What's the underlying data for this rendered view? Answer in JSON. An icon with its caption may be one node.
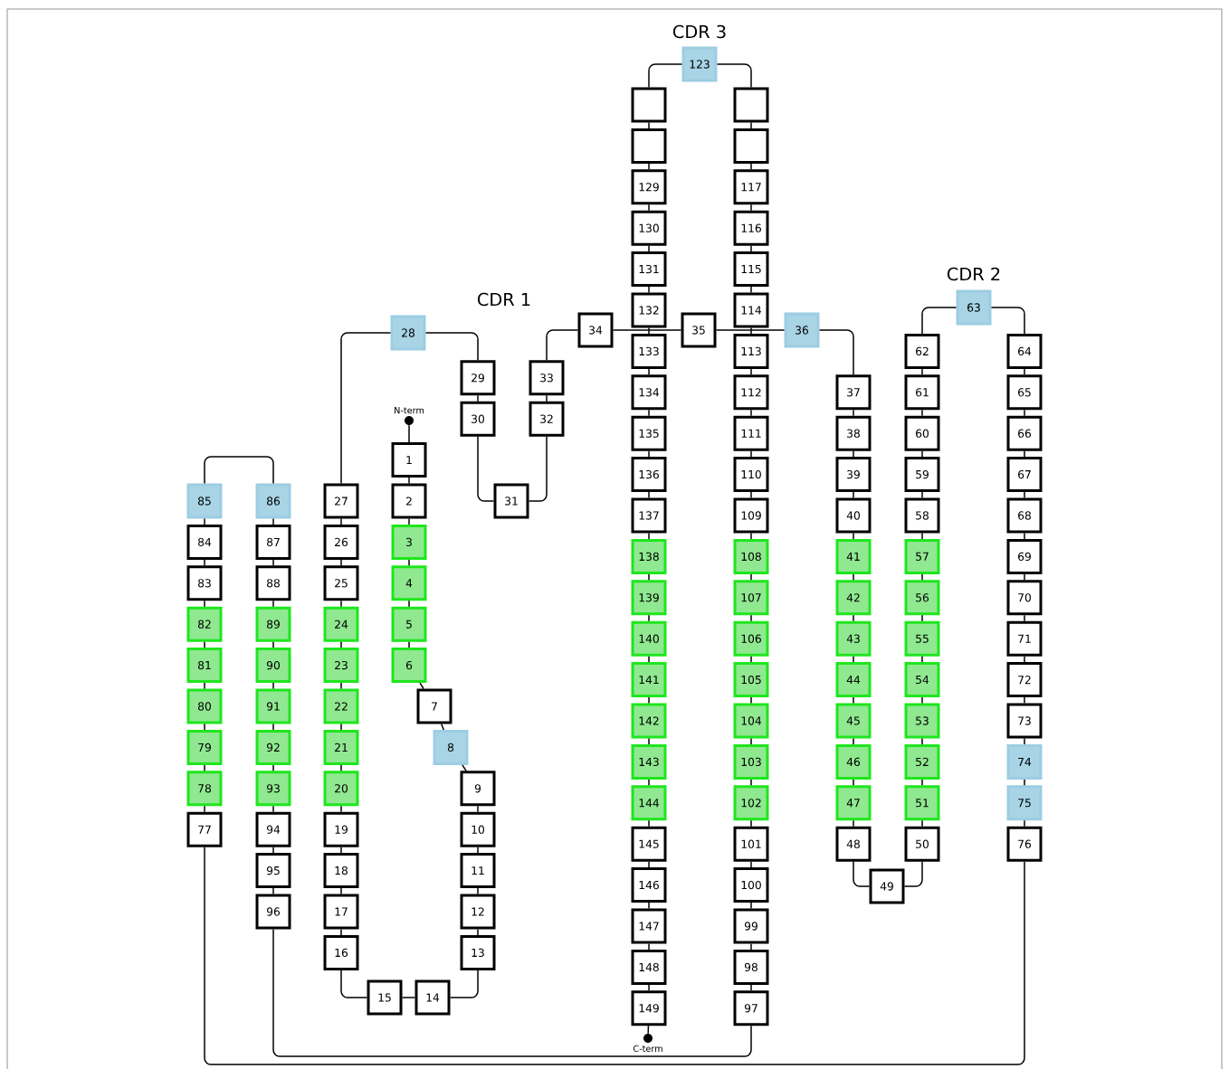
{
  "diagram": {
    "nodes": [
      {
        "text": [],
        "shape": "circle",
        "beside": [
          "N-term"
        ]
      },
      {
        "text": [
          "1"
        ]
      },
      {
        "text": [
          "2"
        ]
      },
      {
        "text": [
          "3"
        ]
      },
      {
        "text": [
          "4"
        ]
      },
      {
        "text": [
          "5"
        ]
      },
      {
        "text": [
          "6"
        ]
      },
      {
        "text": [
          "7"
        ]
      },
      {
        "text": [
          "8"
        ]
      },
      {
        "text": [
          "9"
        ]
      },
      {
        "text": [
          "10"
        ]
      },
      {
        "text": [
          "11"
        ]
      },
      {
        "text": [
          "12"
        ]
      },
      {
        "text": [
          "13"
        ]
      },
      {
        "text": [
          "14"
        ]
      },
      {
        "text": [
          "15"
        ]
      },
      {
        "text": [
          "16"
        ]
      },
      {
        "text": [
          "17"
        ]
      },
      {
        "text": [
          "18"
        ]
      },
      {
        "text": [
          "19"
        ]
      },
      {
        "text": [
          "20"
        ]
      },
      {
        "text": [
          "21"
        ]
      },
      {
        "text": [
          "22"
        ]
      },
      {
        "text": [
          "23"
        ]
      },
      {
        "text": [
          "24"
        ]
      },
      {
        "text": [
          "25"
        ]
      },
      {
        "text": [
          "26"
        ]
      },
      {
        "text": [
          "27"
        ]
      },
      {
        "text": [
          "28"
        ]
      },
      {
        "text": [
          "29"
        ]
      },
      {
        "text": [
          "30"
        ]
      },
      {
        "text": [
          "31"
        ]
      },
      {
        "text": [
          "32"
        ]
      },
      {
        "text": [
          "33"
        ]
      },
      {
        "text": [
          "34"
        ]
      },
      {
        "text": [
          "35"
        ]
      },
      {
        "text": [
          "36"
        ]
      },
      {
        "text": [
          "37"
        ]
      },
      {
        "text": [
          "38"
        ]
      },
      {
        "text": [
          "39"
        ]
      },
      {
        "text": [
          "40"
        ]
      },
      {
        "text": [
          "41"
        ]
      },
      {
        "text": [
          "42"
        ]
      },
      {
        "text": [
          "43"
        ]
      },
      {
        "text": [
          "44"
        ]
      },
      {
        "text": [
          "45"
        ]
      },
      {
        "text": [
          "46"
        ]
      },
      {
        "text": [
          "47"
        ]
      },
      {
        "text": [
          "48"
        ]
      },
      {
        "text": [
          "49"
        ]
      },
      {
        "text": [
          "50"
        ]
      },
      {
        "text": [
          "51"
        ]
      },
      {
        "text": [
          "52"
        ]
      },
      {
        "text": [
          "53"
        ]
      },
      {
        "text": [
          "54"
        ]
      },
      {
        "text": [
          "55"
        ]
      },
      {
        "text": [
          "56"
        ]
      },
      {
        "text": [
          "57"
        ]
      },
      {
        "text": [
          "58"
        ]
      },
      {
        "text": [
          "59"
        ]
      },
      {
        "text": [
          "60"
        ]
      },
      {
        "text": [
          "61"
        ]
      },
      {
        "text": [
          "62"
        ]
      },
      {
        "text": [
          "63"
        ]
      },
      {
        "text": [
          "64"
        ]
      },
      {
        "text": [
          "65"
        ]
      },
      {
        "text": [
          "66"
        ]
      },
      {
        "text": [
          "67"
        ]
      },
      {
        "text": [
          "68"
        ]
      },
      {
        "text": [
          "69"
        ]
      },
      {
        "text": [
          "70"
        ]
      },
      {
        "text": [
          "71"
        ]
      },
      {
        "text": [
          "72"
        ]
      },
      {
        "text": [
          "73"
        ]
      },
      {
        "text": [
          "74"
        ]
      },
      {
        "text": [
          "75"
        ]
      },
      {
        "text": [
          "76"
        ]
      },
      {
        "text": [
          "77"
        ]
      },
      {
        "text": [
          "78"
        ]
      },
      {
        "text": [
          "79"
        ]
      },
      {
        "text": [
          "80"
        ]
      },
      {
        "text": [
          "81"
        ]
      },
      {
        "text": [
          "82"
        ]
      },
      {
        "text": [
          "83"
        ]
      },
      {
        "text": [
          "84"
        ]
      },
      {
        "text": [
          "85"
        ]
      },
      {
        "text": [
          "86"
        ]
      },
      {
        "text": [
          "87"
        ]
      },
      {
        "text": [
          "88"
        ]
      },
      {
        "text": [
          "89"
        ]
      },
      {
        "text": [
          "90"
        ]
      },
      {
        "text": [
          "91"
        ]
      },
      {
        "text": [
          "92"
        ]
      },
      {
        "text": [
          "93"
        ]
      },
      {
        "text": [
          "94"
        ]
      },
      {
        "text": [
          "95"
        ]
      },
      {
        "text": [
          "96"
        ]
      },
      {
        "text": [
          "97"
        ]
      },
      {
        "text": [
          "98"
        ]
      },
      {
        "text": [
          "99"
        ]
      },
      {
        "text": [
          "100"
        ]
      },
      {
        "text": [
          "101"
        ]
      },
      {
        "text": [
          "102"
        ]
      },
      {
        "text": [
          "103"
        ]
      },
      {
        "text": [
          "104"
        ]
      },
      {
        "text": [
          "105"
        ]
      },
      {
        "text": [
          "106"
        ]
      },
      {
        "text": [
          "107"
        ]
      },
      {
        "text": [
          "108"
        ]
      },
      {
        "text": [
          "109"
        ]
      },
      {
        "text": [
          "110"
        ]
      },
      {
        "text": [
          "111"
        ]
      },
      {
        "text": [
          "112"
        ]
      },
      {
        "text": [
          "113"
        ]
      },
      {
        "text": [
          "114"
        ]
      },
      {
        "text": [
          "115"
        ]
      },
      {
        "text": [
          "116"
        ]
      },
      {
        "text": [
          "117"
        ]
      },
      {
        "text": [],
        "shape": "box"
      },
      {
        "text": [],
        "shape": "box"
      },
      {
        "text": [
          "123"
        ]
      },
      {
        "text": [],
        "shape": "box"
      },
      {
        "text": [],
        "shape": "box"
      },
      {
        "text": [
          "129"
        ]
      },
      {
        "text": [
          "130"
        ]
      },
      {
        "text": [
          "131"
        ]
      },
      {
        "text": [
          "132"
        ]
      },
      {
        "text": [
          "133"
        ]
      },
      {
        "text": [
          "134"
        ]
      },
      {
        "text": [
          "135"
        ]
      },
      {
        "text": [
          "136"
        ]
      },
      {
        "text": [
          "137"
        ]
      },
      {
        "text": [
          "138"
        ]
      },
      {
        "text": [
          "139"
        ]
      },
      {
        "text": [
          "140"
        ]
      },
      {
        "text": [
          "141"
        ]
      },
      {
        "text": [
          "142"
        ]
      },
      {
        "text": [
          "143"
        ]
      },
      {
        "text": [
          "144"
        ]
      },
      {
        "text": [
          "145"
        ]
      },
      {
        "text": [
          "146"
        ]
      },
      {
        "text": [
          "147"
        ]
      },
      {
        "text": [
          "148"
        ]
      },
      {
        "text": [
          "149"
        ]
      },
      {
        "text": [],
        "shape": "circle",
        "beside": [
          "C-term"
        ]
      }
    ],
    "edges": [
      {
        "from": 0,
        "to": 1,
        "arrow": "none"
      },
      {
        "from": 1,
        "to": 2,
        "arrow": "none"
      },
      {
        "from": 2,
        "to": 3,
        "arrow": "none"
      },
      {
        "from": 3,
        "to": 4,
        "arrow": "none"
      },
      {
        "from": 4,
        "to": 5,
        "arrow": "none"
      },
      {
        "from": 5,
        "to": 6,
        "arrow": "none"
      },
      {
        "from": 6,
        "to": 7,
        "arrow": "none"
      },
      {
        "from": 7,
        "to": 8,
        "arrow": "none"
      },
      {
        "from": 8,
        "to": 9,
        "arrow": "none"
      },
      {
        "from": 9,
        "to": 10,
        "arrow": "none"
      },
      {
        "from": 10,
        "to": 11,
        "arrow": "none"
      },
      {
        "from": 11,
        "to": 12,
        "arrow": "none"
      },
      {
        "from": 12,
        "to": 13,
        "arrow": "none"
      },
      {
        "from": 13,
        "to": 14,
        "arrow": "none"
      },
      {
        "from": 14,
        "to": 15,
        "arrow": "none"
      },
      {
        "from": 15,
        "to": 16,
        "arrow": "none"
      },
      {
        "from": 16,
        "to": 17,
        "arrow": "none"
      },
      {
        "from": 17,
        "to": 18,
        "arrow": "none"
      },
      {
        "from": 18,
        "to": 19,
        "arrow": "none"
      },
      {
        "from": 19,
        "to": 20,
        "arrow": "none"
      },
      {
        "from": 20,
        "to": 21,
        "arrow": "none"
      },
      {
        "from": 21,
        "to": 22,
        "arrow": "none"
      },
      {
        "from": 22,
        "to": 23,
        "arrow": "none"
      },
      {
        "from": 23,
        "to": 24,
        "arrow": "none"
      },
      {
        "from": 24,
        "to": 25,
        "arrow": "none"
      },
      {
        "from": 25,
        "to": 26,
        "arrow": "none"
      },
      {
        "from": 26,
        "to": 27,
        "arrow": "none"
      },
      {
        "from": 27,
        "to": 28,
        "arrow": "none"
      },
      {
        "from": 28,
        "to": 29,
        "arrow": "none"
      },
      {
        "from": 29,
        "to": 30,
        "arrow": "none"
      },
      {
        "from": 30,
        "to": 31,
        "arrow": "none"
      },
      {
        "from": 31,
        "to": 32,
        "arrow": "none"
      },
      {
        "from": 32,
        "to": 33,
        "arrow": "none"
      },
      {
        "from": 33,
        "to": 34,
        "arrow": "none"
      },
      {
        "from": 34,
        "to": 35,
        "arrow": "none"
      },
      {
        "from": 35,
        "to": 36,
        "arrow": "none"
      },
      {
        "from": 36,
        "to": 37,
        "arrow": "none"
      },
      {
        "from": 37,
        "to": 38,
        "arrow": "none"
      },
      {
        "from": 38,
        "to": 39,
        "arrow": "none"
      },
      {
        "from": 39,
        "to": 40,
        "arrow": "none"
      },
      {
        "from": 40,
        "to": 41,
        "arrow": "none"
      },
      {
        "from": 41,
        "to": 42,
        "arrow": "none"
      },
      {
        "from": 42,
        "to": 43,
        "arrow": "none"
      },
      {
        "from": 43,
        "to": 44,
        "arrow": "none"
      },
      {
        "from": 44,
        "to": 45,
        "arrow": "none"
      },
      {
        "from": 45,
        "to": 46,
        "arrow": "none"
      },
      {
        "from": 46,
        "to": 47,
        "arrow": "none"
      },
      {
        "from": 47,
        "to": 48,
        "arrow": "none"
      },
      {
        "from": 48,
        "to": 49,
        "arrow": "none"
      },
      {
        "from": 49,
        "to": 50,
        "arrow": "none"
      },
      {
        "from": 50,
        "to": 51,
        "arrow": "none"
      },
      {
        "from": 51,
        "to": 52,
        "arrow": "none"
      },
      {
        "from": 52,
        "to": 53,
        "arrow": "none"
      },
      {
        "from": 53,
        "to": 54,
        "arrow": "none"
      },
      {
        "from": 54,
        "to": 55,
        "arrow": "none"
      },
      {
        "from": 55,
        "to": 56,
        "arrow": "none"
      },
      {
        "from": 56,
        "to": 57,
        "arrow": "none"
      },
      {
        "from": 57,
        "to": 58,
        "arrow": "none"
      },
      {
        "from": 58,
        "to": 59,
        "arrow": "none"
      },
      {
        "from": 59,
        "to": 60,
        "arrow": "none"
      },
      {
        "from": 60,
        "to": 61,
        "arrow": "none"
      },
      {
        "from": 61,
        "to": 62,
        "arrow": "none"
      },
      {
        "from": 62,
        "to": 63,
        "arrow": "none"
      },
      {
        "from": 63,
        "to": 64,
        "arrow": "none"
      },
      {
        "from": 64,
        "to": 65,
        "arrow": "none"
      },
      {
        "from": 65,
        "to": 66,
        "arrow": "none"
      },
      {
        "from": 66,
        "to": 67,
        "arrow": "none"
      },
      {
        "from": 67,
        "to": 68,
        "arrow": "none"
      },
      {
        "from": 68,
        "to": 69,
        "arrow": "none"
      },
      {
        "from": 69,
        "to": 70,
        "arrow": "none"
      },
      {
        "from": 70,
        "to": 71,
        "arrow": "none"
      },
      {
        "from": 71,
        "to": 72,
        "arrow": "none"
      },
      {
        "from": 72,
        "to": 73,
        "arrow": "none"
      },
      {
        "from": 73,
        "to": 74,
        "arrow": "none"
      },
      {
        "from": 74,
        "to": 75,
        "arrow": "none"
      },
      {
        "from": 75,
        "to": 76,
        "arrow": "none"
      },
      {
        "from": 76,
        "to": 77,
        "arrow": "none"
      },
      {
        "from": 77,
        "to": 78,
        "arrow": "none"
      },
      {
        "from": 78,
        "to": 79,
        "arrow": "none"
      },
      {
        "from": 79,
        "to": 80,
        "arrow": "none"
      },
      {
        "from": 80,
        "to": 81,
        "arrow": "none"
      },
      {
        "from": 81,
        "to": 82,
        "arrow": "none"
      },
      {
        "from": 82,
        "to": 83,
        "arrow": "none"
      },
      {
        "from": 83,
        "to": 84,
        "arrow": "none"
      },
      {
        "from": 84,
        "to": 85,
        "arrow": "none"
      },
      {
        "from": 85,
        "to": 86,
        "arrow": "none"
      },
      {
        "from": 86,
        "to": 87,
        "arrow": "none"
      },
      {
        "from": 87,
        "to": 88,
        "arrow": "none"
      },
      {
        "from": 88,
        "to": 89,
        "arrow": "none"
      },
      {
        "from": 89,
        "to": 90,
        "arrow": "none"
      },
      {
        "from": 90,
        "to": 91,
        "arrow": "none"
      },
      {
        "from": 91,
        "to": 92,
        "arrow": "none"
      },
      {
        "from": 92,
        "to": 93,
        "arrow": "none"
      },
      {
        "from": 93,
        "to": 94,
        "arrow": "none"
      },
      {
        "from": 94,
        "to": 95,
        "arrow": "none"
      },
      {
        "from": 95,
        "to": 96,
        "arrow": "none"
      },
      {
        "from": 96,
        "to": 97,
        "arrow": "none"
      },
      {
        "from": 97,
        "to": 98,
        "arrow": "none"
      },
      {
        "from": 98,
        "to": 99,
        "arrow": "none"
      },
      {
        "from": 99,
        "to": 100,
        "arrow": "none"
      },
      {
        "from": 100,
        "to": 101,
        "arrow": "none"
      },
      {
        "from": 101,
        "to": 102,
        "arrow": "none"
      },
      {
        "from": 102,
        "to": 103,
        "arrow": "none"
      },
      {
        "from": 103,
        "to": 104,
        "arrow": "none"
      },
      {
        "from": 104,
        "to": 105,
        "arrow": "none"
      },
      {
        "from": 105,
        "to": 106,
        "arrow": "none"
      },
      {
        "from": 106,
        "to": 107,
        "arrow": "none"
      },
      {
        "from": 107,
        "to": 108,
        "arrow": "none"
      },
      {
        "from": 108,
        "to": 109,
        "arrow": "none"
      },
      {
        "from": 109,
        "to": 110,
        "arrow": "none"
      },
      {
        "from": 110,
        "to": 111,
        "arrow": "none"
      },
      {
        "from": 111,
        "to": 112,
        "arrow": "none"
      },
      {
        "from": 112,
        "to": 113,
        "arrow": "none"
      },
      {
        "from": 113,
        "to": 114,
        "arrow": "none"
      },
      {
        "from": 114,
        "to": 115,
        "arrow": "none"
      },
      {
        "from": 115,
        "to": 116,
        "arrow": "none"
      },
      {
        "from": 116,
        "to": 117,
        "arrow": "none"
      },
      {
        "from": 117,
        "to": 119,
        "arrow": "none"
      },
      {
        "from": 119,
        "to": 118,
        "arrow": "none"
      },
      {
        "from": 118,
        "to": 120,
        "arrow": "none"
      },
      {
        "from": 120,
        "to": 121,
        "arrow": "none"
      },
      {
        "from": 121,
        "to": 122,
        "arrow": "none"
      },
      {
        "from": 122,
        "to": 123,
        "arrow": "none"
      },
      {
        "from": 123,
        "to": 124,
        "arrow": "none"
      },
      {
        "from": 124,
        "to": 125,
        "arrow": "none"
      },
      {
        "from": 125,
        "to": 126,
        "arrow": "none"
      },
      {
        "from": 126,
        "to": 127,
        "arrow": "none"
      },
      {
        "from": 127,
        "to": 128,
        "arrow": "none"
      },
      {
        "from": 128,
        "to": 129,
        "arrow": "none"
      },
      {
        "from": 129,
        "to": 130,
        "arrow": "none"
      },
      {
        "from": 130,
        "to": 131,
        "arrow": "none"
      },
      {
        "from": 131,
        "to": 132,
        "arrow": "none"
      },
      {
        "from": 132,
        "to": 133,
        "arrow": "none"
      },
      {
        "from": 133,
        "to": 134,
        "arrow": "none"
      },
      {
        "from": 134,
        "to": 135,
        "arrow": "none"
      },
      {
        "from": 135,
        "to": 136,
        "arrow": "none"
      },
      {
        "from": 136,
        "to": 137,
        "arrow": "none"
      },
      {
        "from": 137,
        "to": 138,
        "arrow": "none"
      },
      {
        "from": 138,
        "to": 139,
        "arrow": "none"
      },
      {
        "from": 139,
        "to": 140,
        "arrow": "none"
      },
      {
        "from": 140,
        "to": 141,
        "arrow": "none"
      },
      {
        "from": 141,
        "to": 142,
        "arrow": "none"
      },
      {
        "from": 142,
        "to": 143,
        "arrow": "none"
      },
      {
        "from": 143,
        "to": 144,
        "arrow": "none"
      }
    ],
    "labels": [
      "CDR 3",
      "CDR 2",
      "CDR 1"
    ]
  }
}
